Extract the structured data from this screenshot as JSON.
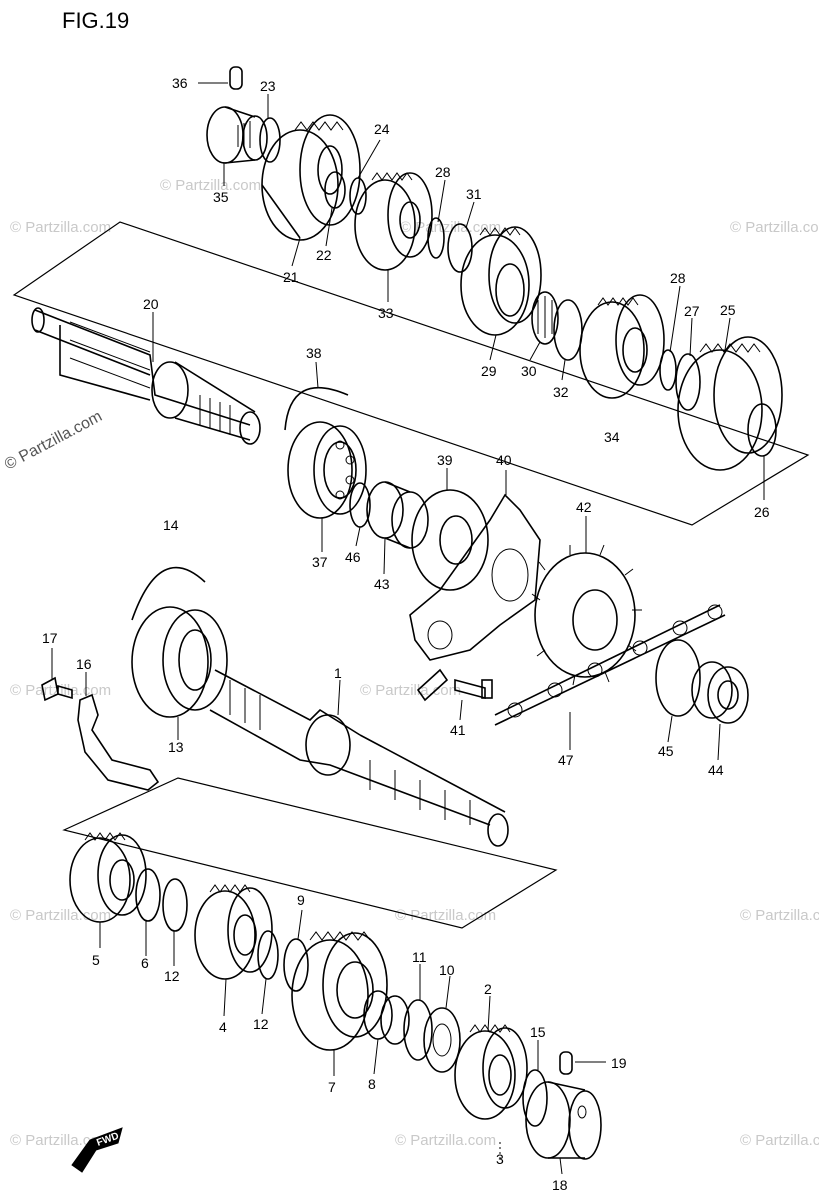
{
  "figure": {
    "title": "FIG.19",
    "watermark": "© Partzilla.com",
    "fwd_label": "FWD"
  },
  "callouts": {
    "p1": "1",
    "p2": "2",
    "p3": "3",
    "p4": "4",
    "p5": "5",
    "p6": "6",
    "p7": "7",
    "p8": "8",
    "p9": "9",
    "p10": "10",
    "p11": "11",
    "p12a": "12",
    "p12b": "12",
    "p13": "13",
    "p14": "14",
    "p15": "15",
    "p16": "16",
    "p17": "17",
    "p18": "18",
    "p19": "19",
    "p20": "20",
    "p21": "21",
    "p22": "22",
    "p23": "23",
    "p24": "24",
    "p25": "25",
    "p26": "26",
    "p27": "27",
    "p28a": "28",
    "p28b": "28",
    "p29": "29",
    "p30": "30",
    "p31": "31",
    "p32": "32",
    "p33": "33",
    "p34": "34",
    "p35": "35",
    "p36": "36",
    "p37": "37",
    "p38": "38",
    "p39": "39",
    "p40": "40",
    "p41": "41",
    "p42": "42",
    "p43": "43",
    "p44": "44",
    "p45": "45",
    "p46": "46",
    "p47": "47"
  }
}
